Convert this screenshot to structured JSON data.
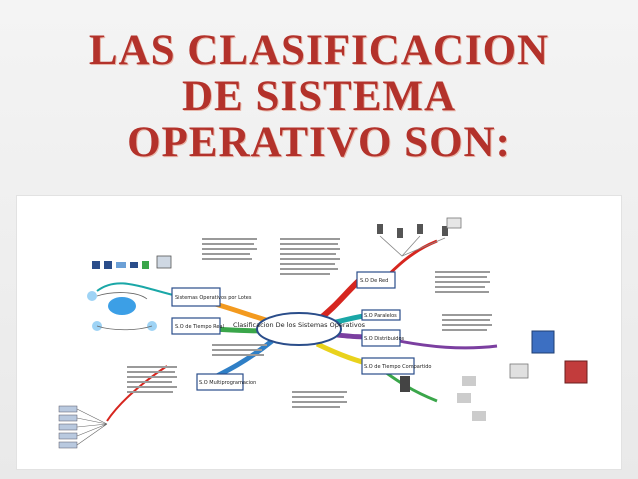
{
  "slide": {
    "title_line1": "LAS CLASIFICACION",
    "title_line2": "DE SISTEMA",
    "title_line3": "OPERATIVO SON:"
  },
  "mindmap": {
    "center": "Clasificacion De los Sistemas Operativos",
    "branches": [
      {
        "label": "Sistemas Operativos por Lotes"
      },
      {
        "label": "S.O de Tiempo Real"
      },
      {
        "label": "S.O Multiprogramacion"
      },
      {
        "label": "S.O De Red"
      },
      {
        "label": "S.O Paralelos"
      },
      {
        "label": "S.O Distribuidos"
      },
      {
        "label": "S.O de Tiempo Compartido"
      }
    ]
  },
  "colors": {
    "title": "#b3322b",
    "branch_red": "#d6261f",
    "branch_blue": "#2f7fc6",
    "branch_green": "#3aa64a",
    "branch_orange": "#f39a1f",
    "branch_yellow": "#e9d21c",
    "branch_purple": "#7b3fa0",
    "branch_teal": "#1aa7a7"
  },
  "icons": [
    "computer-icon",
    "printer-icon",
    "network-cloud-icon",
    "server-icon"
  ]
}
